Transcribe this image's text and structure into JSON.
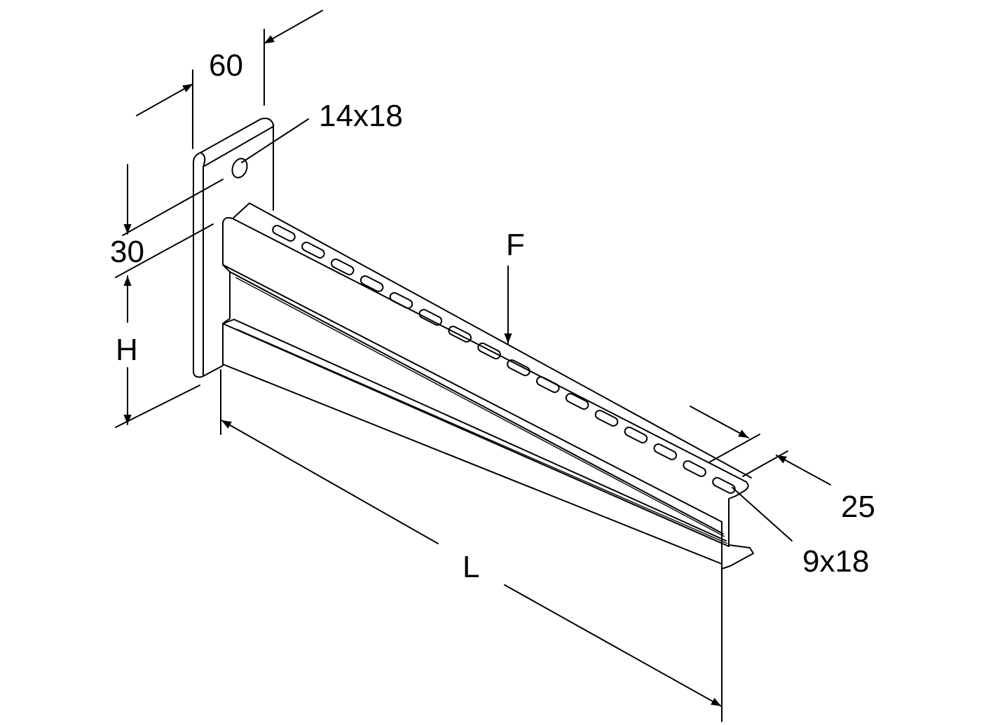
{
  "labels": {
    "plate_width": "60",
    "plate_hole": "14x18",
    "top_offset": "30",
    "height": "H",
    "force": "F",
    "length": "L",
    "flange_width": "25",
    "slot_size": "9x18"
  },
  "slot_count": 16
}
